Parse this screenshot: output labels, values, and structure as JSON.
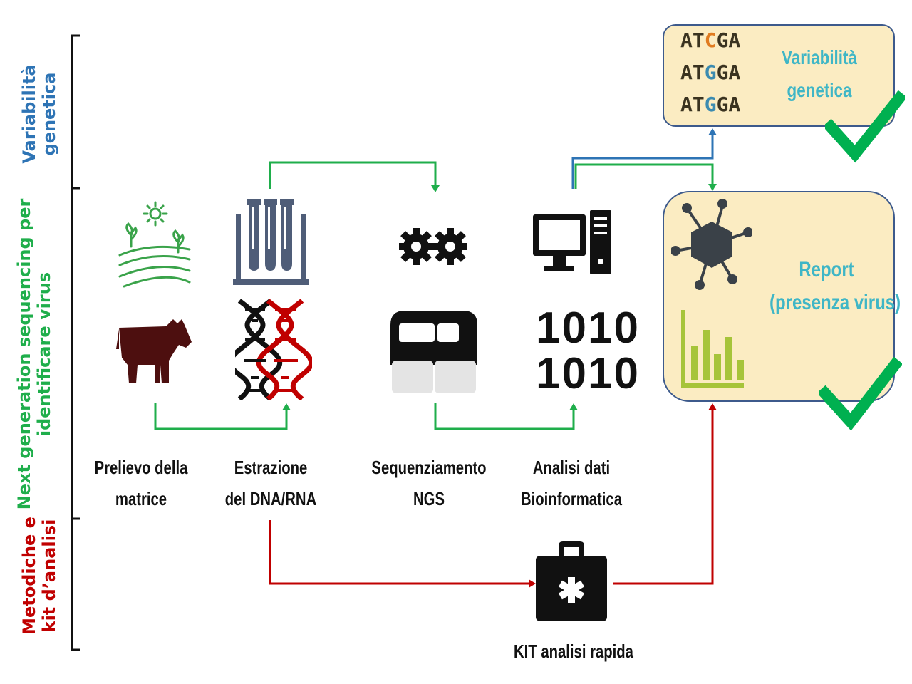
{
  "side_labels": {
    "top": [
      "Variabilità",
      "genetica"
    ],
    "middle": [
      "Next generation sequencing per",
      "identificare virus"
    ],
    "bottom": [
      "Metodiche e",
      "kit d’analisi"
    ]
  },
  "steps": {
    "prelievo": [
      "Prelievo della",
      "matrice"
    ],
    "estrazione": [
      "Estrazione",
      "del DNA/RNA"
    ],
    "sequenziamento": [
      "Sequenziamento",
      "NGS"
    ],
    "analisi": [
      "Analisi dati",
      "Bioinformatica"
    ],
    "kit": "KIT analisi rapida"
  },
  "variability_box": {
    "sequences": [
      {
        "pre": "AT",
        "mid": "C",
        "post": "GA"
      },
      {
        "pre": "AT",
        "mid": "G",
        "post": "GA"
      },
      {
        "pre": "AT",
        "mid": "G",
        "post": "GA"
      }
    ],
    "label": [
      "Variabilità",
      "genetica"
    ]
  },
  "report_box": {
    "label": [
      "Report",
      "(presenza virus)"
    ]
  },
  "binary": [
    "1010",
    "1010"
  ],
  "colors": {
    "blue": "#2e74b5",
    "green": "#1fae4b",
    "red": "#c00000",
    "box_fill": "#fbecc2",
    "box_border": "#3d5a8c",
    "check": "#00b050",
    "variant_orange": "#e07b20",
    "variant_teal": "#3b8bb0",
    "cow": "#4d0f0f",
    "tubes": "#4f5d78",
    "virus": "#3a4148",
    "chart": "#a6c43a",
    "field": "#3aa34a"
  },
  "icons": [
    "field-sun-icon",
    "cow-icon",
    "test-tubes-icon",
    "dna-helix-icon",
    "gears-icon",
    "sequencer-icon",
    "computer-icon",
    "first-aid-kit-icon",
    "virus-icon",
    "bar-chart-icon",
    "checkmark-icon"
  ]
}
